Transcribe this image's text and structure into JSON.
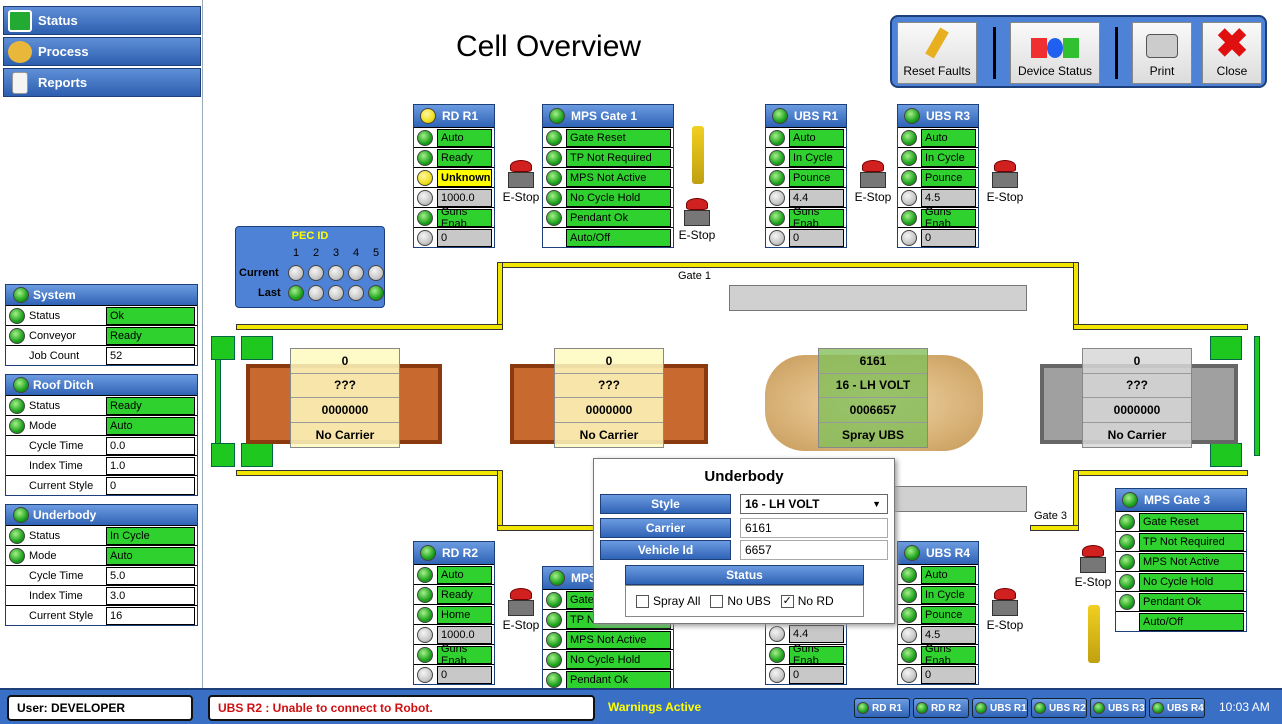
{
  "nav": {
    "items": [
      {
        "label": "Status"
      },
      {
        "label": "Process"
      },
      {
        "label": "Reports"
      }
    ]
  },
  "page_title": "Cell Overview",
  "toolbar": {
    "reset": "Reset Faults",
    "device": "Device Status",
    "print": "Print",
    "close": "Close"
  },
  "system": {
    "title": "System",
    "rows": [
      {
        "label": "Status",
        "value": "Ok"
      },
      {
        "label": "Conveyor",
        "value": "Ready"
      },
      {
        "label": "Job Count",
        "value": "52"
      }
    ]
  },
  "roof": {
    "title": "Roof Ditch",
    "rows": [
      {
        "label": "Status",
        "value": "Ready"
      },
      {
        "label": "Mode",
        "value": "Auto"
      },
      {
        "label": "Cycle Time",
        "value": "0.0"
      },
      {
        "label": "Index Time",
        "value": "1.0"
      },
      {
        "label": "Current Style",
        "value": "0"
      }
    ]
  },
  "underbody_panel": {
    "title": "Underbody",
    "rows": [
      {
        "label": "Status",
        "value": "In Cycle"
      },
      {
        "label": "Mode",
        "value": "Auto"
      },
      {
        "label": "Cycle Time",
        "value": "5.0"
      },
      {
        "label": "Index Time",
        "value": "3.0"
      },
      {
        "label": "Current Style",
        "value": "16"
      }
    ]
  },
  "pec": {
    "title": "PEC ID",
    "cols": [
      "1",
      "2",
      "3",
      "4",
      "5"
    ],
    "current": "Current",
    "last": "Last"
  },
  "rdr1": {
    "title": "RD R1",
    "rows": [
      "Auto",
      "Ready",
      "Unknown",
      "1000.0",
      "Guns Enab",
      "0"
    ]
  },
  "mps1": {
    "title": "MPS Gate 1",
    "rows": [
      "Gate Reset",
      "TP Not Required",
      "MPS Not Active",
      "No Cycle Hold",
      "Pendant Ok",
      "Auto/Off"
    ]
  },
  "ubsr1": {
    "title": "UBS R1",
    "rows": [
      "Auto",
      "In Cycle",
      "Pounce",
      "4.4",
      "Guns Enab",
      "0"
    ]
  },
  "ubsr3": {
    "title": "UBS R3",
    "rows": [
      "Auto",
      "In Cycle",
      "Pounce",
      "4.5",
      "Guns Enab",
      "0"
    ]
  },
  "rdr2": {
    "title": "RD R2",
    "rows": [
      "Auto",
      "Ready",
      "Home",
      "1000.0",
      "Guns Enab",
      "0"
    ]
  },
  "mps2": {
    "title": "MPS",
    "rows": [
      "Gate",
      "TP N",
      "MPS Not Active",
      "No Cycle Hold",
      "Pendant Ok"
    ]
  },
  "ubsr2": {
    "rows": [
      "4.4",
      "Guns Enab",
      "0"
    ]
  },
  "ubsr4": {
    "title": "UBS R4",
    "rows": [
      "Auto",
      "In Cycle",
      "Pounce",
      "4.5",
      "Guns Enab",
      "0"
    ]
  },
  "mps3": {
    "title": "MPS Gate 3",
    "rows": [
      "Gate Reset",
      "TP Not Required",
      "MPS Not Active",
      "No Cycle Hold",
      "Pendant Ok",
      "Auto/Off"
    ]
  },
  "estop": "E-Stop",
  "gates": {
    "g1": "Gate 1",
    "g3": "Gate 3"
  },
  "carriers": [
    {
      "top": "0",
      "mid": "???",
      "id": "0000000",
      "label": "No Carrier"
    },
    {
      "top": "0",
      "mid": "???",
      "id": "0000000",
      "label": "No Carrier"
    },
    {
      "top": "6161",
      "mid": "16 - LH VOLT",
      "id": "0006657",
      "label": "Spray UBS"
    },
    {
      "top": "0",
      "mid": "???",
      "id": "0000000",
      "label": "No Carrier"
    }
  ],
  "popup": {
    "title": "Underbody",
    "style_label": "Style",
    "style_value": "16 - LH VOLT",
    "carrier_label": "Carrier",
    "carrier_value": "6161",
    "vehicle_label": "Vehicle Id",
    "vehicle_value": "6657",
    "status_label": "Status",
    "checks": [
      {
        "label": "Spray All",
        "checked": false
      },
      {
        "label": "No UBS",
        "checked": false
      },
      {
        "label": "No RD",
        "checked": true
      }
    ]
  },
  "statusbar": {
    "user": "User:  DEVELOPER",
    "message": "UBS R2 : Unable to connect to Robot.",
    "warnings": "Warnings Active",
    "robots": [
      "RD R1",
      "RD R2",
      "UBS R1",
      "UBS R2",
      "UBS R3",
      "UBS R4"
    ],
    "time": "10:03 AM"
  },
  "colors": {
    "accent": "#2f63b6",
    "ok": "#2ed12e",
    "warn": "#ffff00",
    "alarm": "#d02020"
  }
}
